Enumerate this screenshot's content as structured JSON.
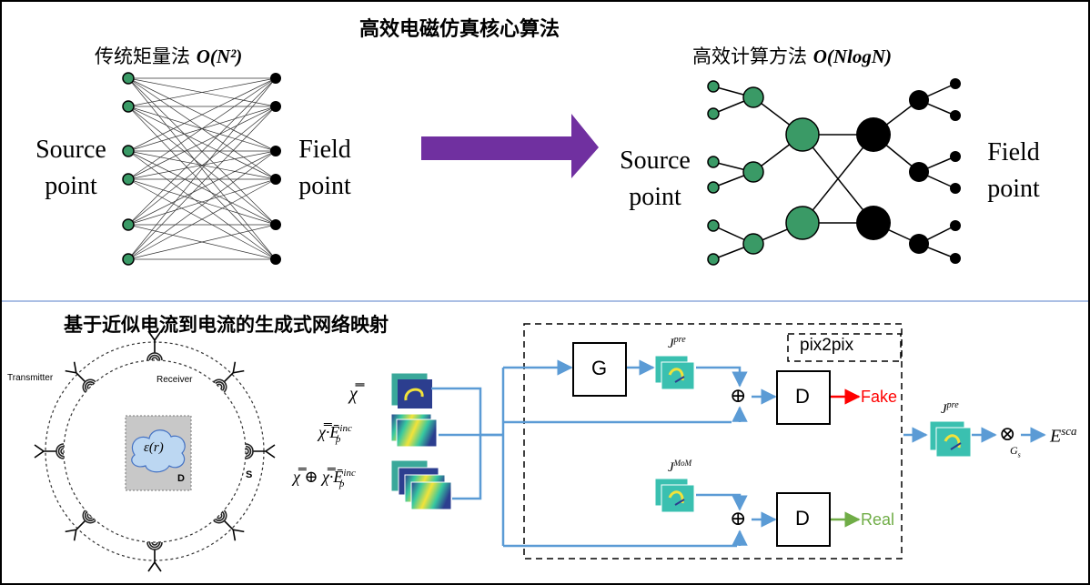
{
  "top": {
    "title": "高效电磁仿真核心算法",
    "left_method": "传统矩量法",
    "left_complexity": "O(N²)",
    "right_method": "高效计算方法",
    "right_complexity": "O(NlogN)",
    "source_label_1": "Source",
    "source_label_2": "point",
    "field_label_1": "Field",
    "field_label_2": "point"
  },
  "bottom": {
    "title": "基于近似电流到电流的生成式网络映射",
    "scene": {
      "transmitter": "Transmitter",
      "receiver": "Receiver",
      "permittivity": "ε(r)",
      "domain_d": "D",
      "domain_s": "S"
    },
    "inputs": {
      "chi": "χ̿",
      "chi_e_a": "χ̿·Ē",
      "chi_e_sup": "inc",
      "chi_e_sub": "p",
      "combined_a": "χ̿ ⊕ χ̿·Ē",
      "combined_sup": "inc",
      "combined_sub": "p"
    },
    "network": {
      "pix2pix": "pix2pix",
      "generator": "G",
      "discriminator": "D",
      "fake": "Fake",
      "real": "Real",
      "j_pre_base": "J",
      "j_pre_sup": "pre",
      "j_mom_base": "J",
      "j_mom_sup": "MoM",
      "oplus": "⊕",
      "otimes": "⊗",
      "gs_base": "G",
      "gs_sub": "s",
      "e_sca_base": "E",
      "e_sca_sup": "sca"
    },
    "colors": {
      "arrow_blue": "#5b9bd5",
      "fake": "#ff0000",
      "real": "#70ad47",
      "node_green": "#3a9a66",
      "big_arrow": "#7030a0",
      "divider": "#8faadc"
    }
  }
}
